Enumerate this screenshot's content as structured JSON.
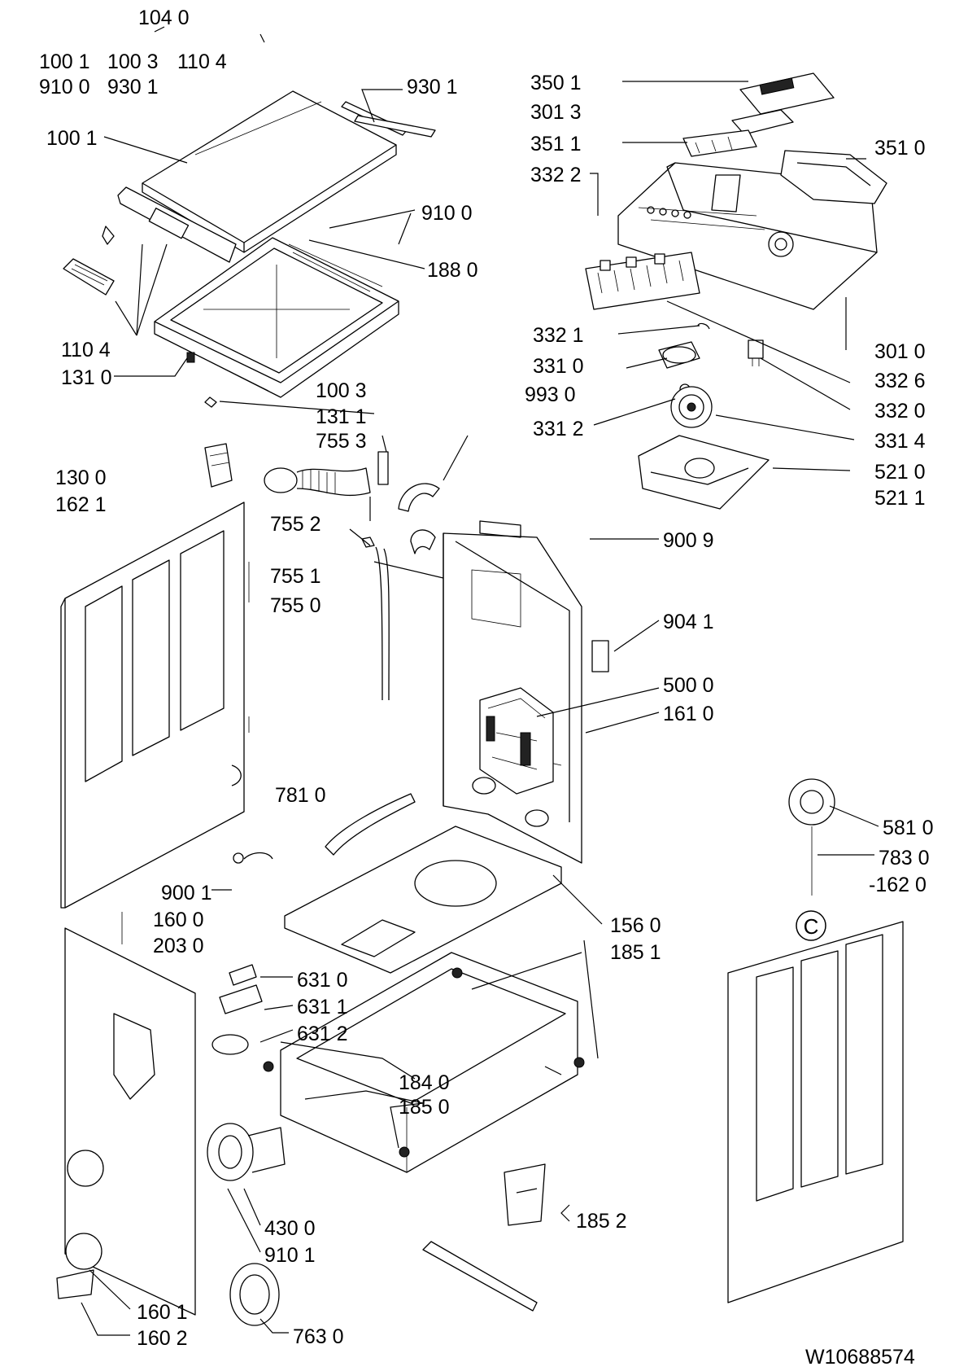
{
  "diagram": {
    "labels": [
      "104 0",
      "100 1",
      "100 3",
      "110 4",
      "910 0",
      "930 1",
      "930 1",
      "100 1",
      "910 0",
      "188 0",
      "110 4",
      "131 0",
      "100 3",
      "131 1",
      "755 3",
      "755 2",
      "755 1",
      "755 0",
      "130 0",
      "162 1",
      "350 1",
      "301 3",
      "351 1",
      "351 0",
      "332 2",
      "301 0",
      "332 6",
      "332 0",
      "332 1",
      "331 0",
      "993 0",
      "331 2",
      "331 4",
      "521 0",
      "521 1",
      "900 9",
      "904 1",
      "500 0",
      "161 0",
      "781 0",
      "581 0",
      "783 0",
      "-162 0",
      "900 1",
      "160 0",
      "203 0",
      "156 0",
      "185 1",
      "631 0",
      "631 1",
      "631 2",
      "184 0",
      "185 0",
      "185 2",
      "430 0",
      "910 1",
      "160 1",
      "160 2",
      "763 0",
      "W10688574",
      "C"
    ]
  }
}
